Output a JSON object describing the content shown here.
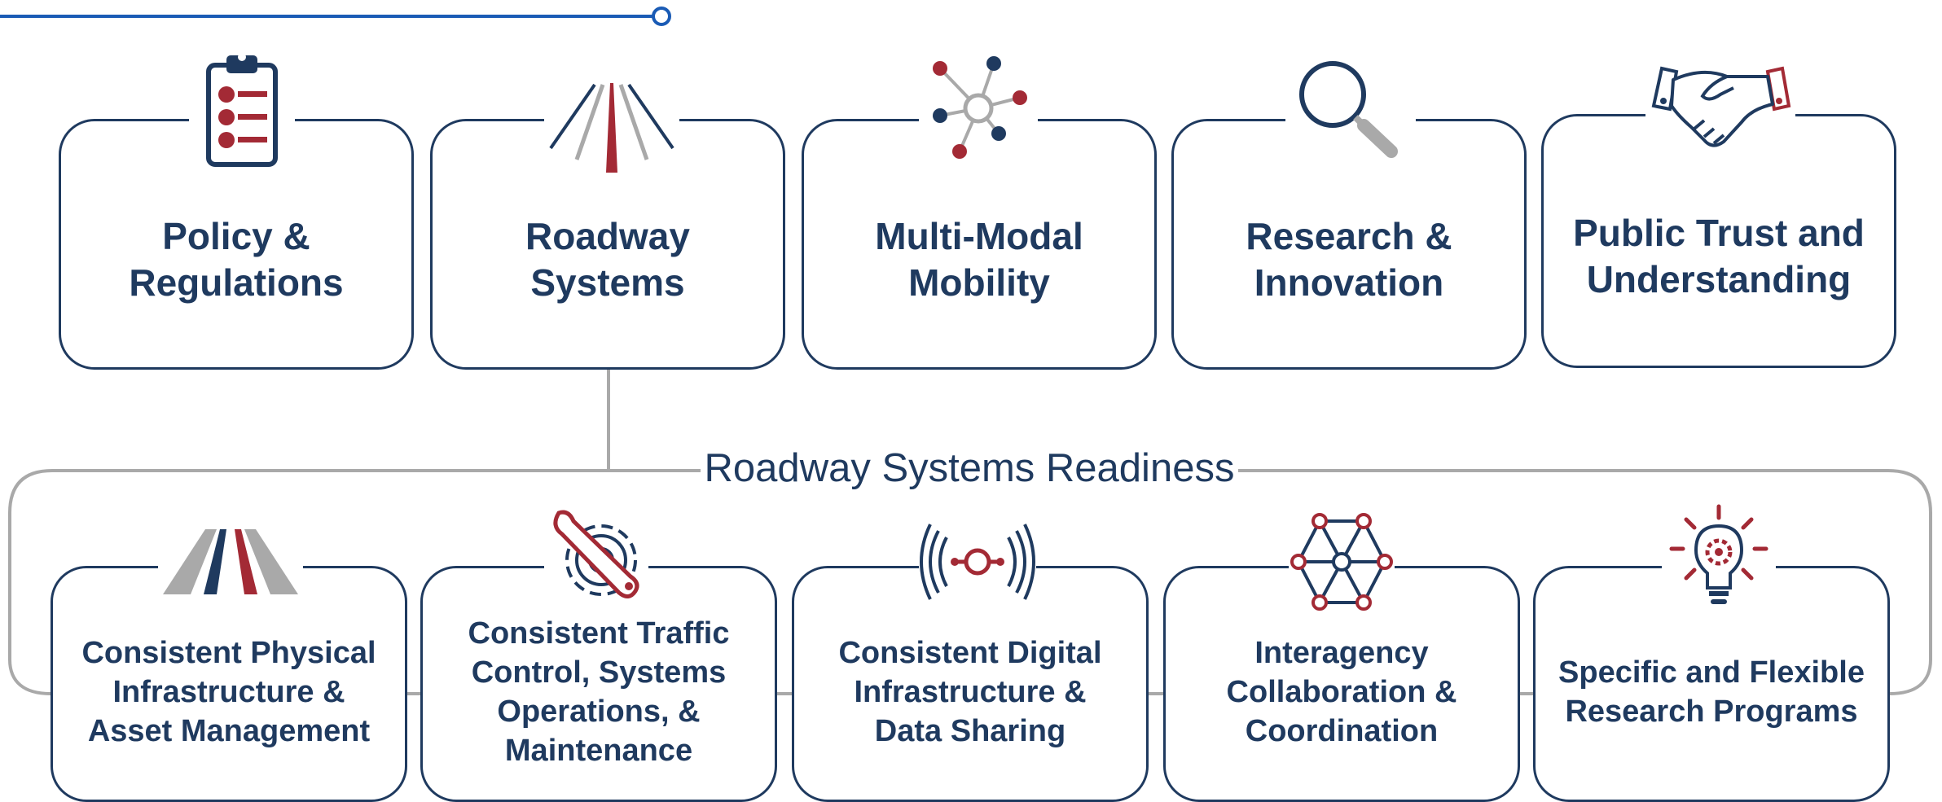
{
  "colors": {
    "navy": "#1f3a5f",
    "red": "#a32a35",
    "gray": "#a9a9a9",
    "accent_blue": "#1a5bb5"
  },
  "top_row": [
    {
      "label": "Policy &\nRegulations",
      "icon": "clipboard-checklist-icon"
    },
    {
      "label": "Roadway\nSystems",
      "icon": "road-icon"
    },
    {
      "label": "Multi-Modal\nMobility",
      "icon": "network-hub-icon"
    },
    {
      "label": "Research &\nInnovation",
      "icon": "magnifier-icon"
    },
    {
      "label": "Public Trust and\nUnderstanding",
      "icon": "handshake-icon"
    }
  ],
  "band_title": "Roadway Systems Readiness",
  "bottom_row": [
    {
      "label": "Consistent Physical\nInfrastructure &\nAsset Management",
      "icon": "road-lanes-icon"
    },
    {
      "label": "Consistent Traffic\nControl, Systems\nOperations, &\nMaintenance",
      "icon": "wrench-gear-icon"
    },
    {
      "label": "Consistent Digital\nInfrastructure &\nData Sharing",
      "icon": "signal-broadcast-icon"
    },
    {
      "label": "Interagency\nCollaboration &\nCoordination",
      "icon": "hexagon-network-icon"
    },
    {
      "label": "Specific and Flexible\nResearch Programs",
      "icon": "lightbulb-gear-icon"
    }
  ]
}
